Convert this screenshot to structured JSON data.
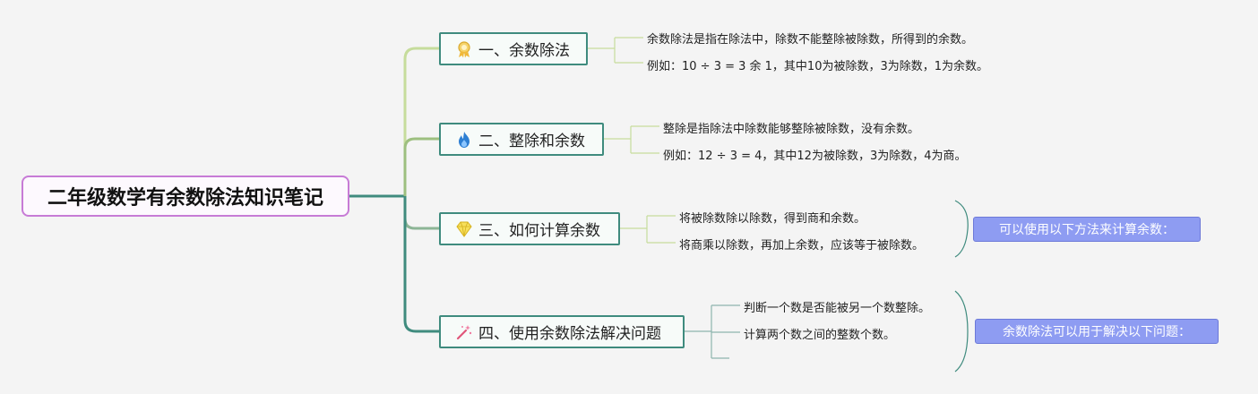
{
  "root": {
    "title": "二年级数学有余数除法知识笔记"
  },
  "branches": [
    {
      "label": "一、余数除法",
      "icon": "ribbon-award-icon",
      "leaves": [
        "余数除法是指在除法中，除数不能整除被除数，所得到的余数。",
        "例如：10 ÷ 3 = 3 余 1，其中10为被除数，3为除数，1为余数。"
      ]
    },
    {
      "label": "二、整除和余数",
      "icon": "fire-icon",
      "leaves": [
        "整除是指除法中除数能够整除被除数，没有余数。",
        "例如：12 ÷ 3 = 4，其中12为被除数，3为除数，4为商。"
      ]
    },
    {
      "label": "三、如何计算余数",
      "icon": "diamond-icon",
      "leaves": [
        "将被除数除以除数，得到商和余数。",
        "将商乘以除数，再加上余数，应该等于被除数。"
      ],
      "summary": "可以使用以下方法来计算余数："
    },
    {
      "label": "四、使用余数除法解决问题",
      "icon": "magic-wand-icon",
      "leaves": [
        "判断一个数是否能被另一个数整除。",
        "计算两个数之间的整数个数。"
      ],
      "summary": "余数除法可以用于解决以下问题："
    }
  ],
  "colors": {
    "root_border": "#c77bd6",
    "branch_border": "#3f8b7e",
    "connector_light": "#c6dc9c",
    "connector_mid": "#9dbf7f",
    "connector_dark": "#3f8b7e",
    "summary_fill": "#8e9cf2"
  }
}
